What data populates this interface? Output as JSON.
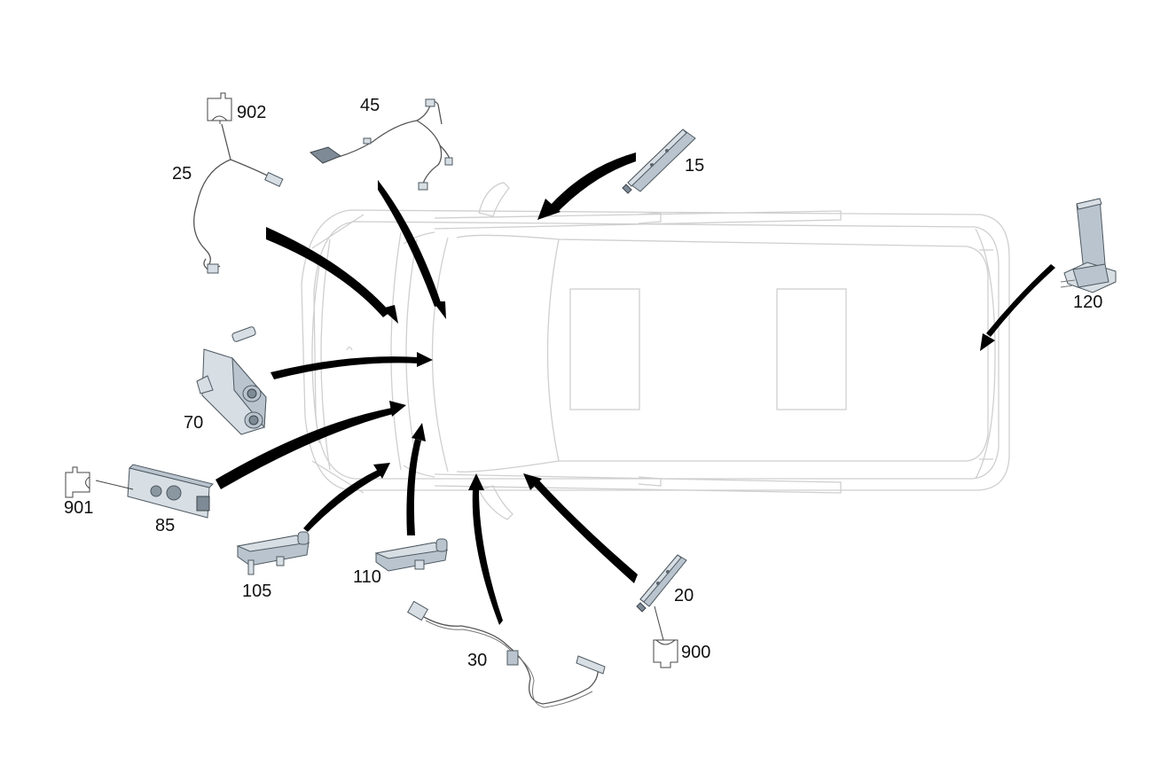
{
  "diagram": {
    "callouts": {
      "c15": "15",
      "c20": "20",
      "c25": "25",
      "c30": "30",
      "c45": "45",
      "c70": "70",
      "c85": "85",
      "c105": "105",
      "c110": "110",
      "c120": "120",
      "c900": "900",
      "c901": "901",
      "c902": "902"
    },
    "colors": {
      "part_fill": "#b9c4ce",
      "arrow": "#000000",
      "vehicle_outline": "#cfcfcf"
    }
  }
}
